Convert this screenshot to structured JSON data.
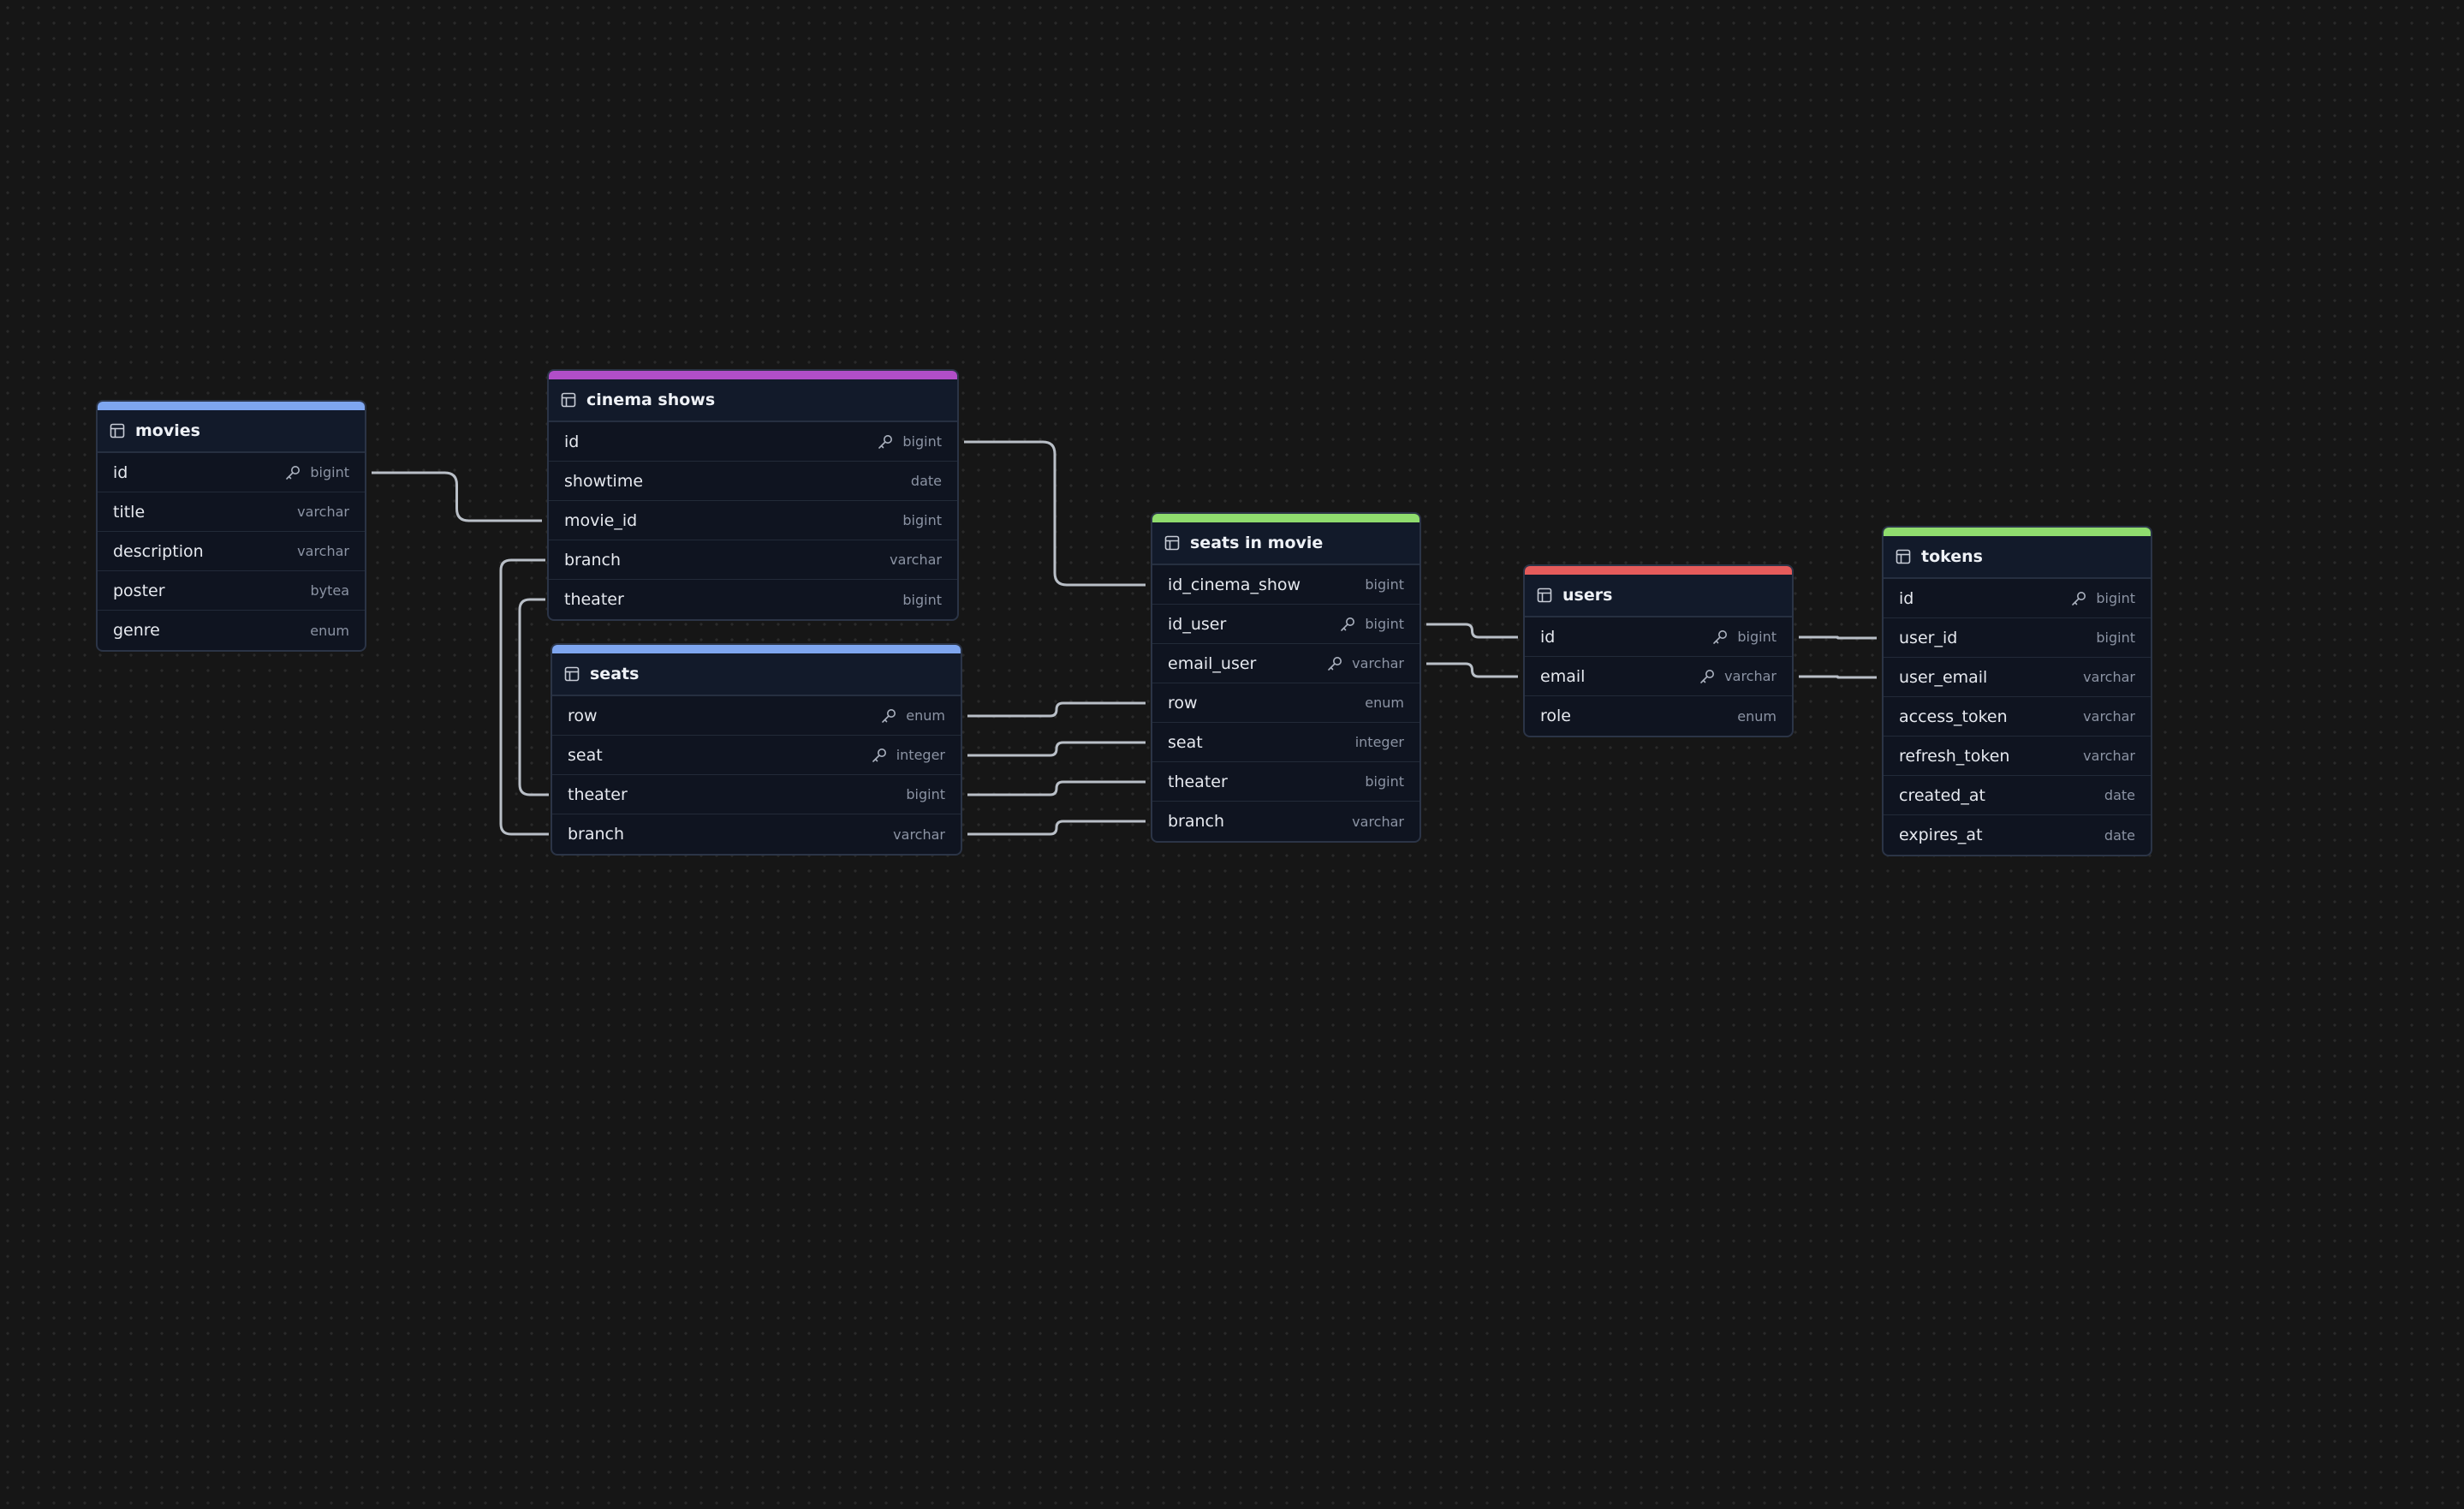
{
  "tables": {
    "movies": {
      "name": "movies",
      "accent": "#7ea6f0",
      "columns": [
        {
          "name": "id",
          "type": "bigint",
          "key": true
        },
        {
          "name": "title",
          "type": "varchar",
          "key": false
        },
        {
          "name": "description",
          "type": "varchar",
          "key": false
        },
        {
          "name": "poster",
          "type": "bytea",
          "key": false
        },
        {
          "name": "genre",
          "type": "enum",
          "key": false
        }
      ]
    },
    "cinema_shows": {
      "name": "cinema shows",
      "accent": "#b04ec8",
      "columns": [
        {
          "name": "id",
          "type": "bigint",
          "key": true
        },
        {
          "name": "showtime",
          "type": "date",
          "key": false
        },
        {
          "name": "movie_id",
          "type": "bigint",
          "key": false
        },
        {
          "name": "branch",
          "type": "varchar",
          "key": false
        },
        {
          "name": "theater",
          "type": "bigint",
          "key": false
        }
      ]
    },
    "seats": {
      "name": "seats",
      "accent": "#7ea6f0",
      "columns": [
        {
          "name": "row",
          "type": "enum",
          "key": true
        },
        {
          "name": "seat",
          "type": "integer",
          "key": true
        },
        {
          "name": "theater",
          "type": "bigint",
          "key": false
        },
        {
          "name": "branch",
          "type": "varchar",
          "key": false
        }
      ]
    },
    "seats_in_movie": {
      "name": "seats in movie",
      "accent": "#8fdc6e",
      "columns": [
        {
          "name": "id_cinema_show",
          "type": "bigint",
          "key": false
        },
        {
          "name": "id_user",
          "type": "bigint",
          "key": true
        },
        {
          "name": "email_user",
          "type": "varchar",
          "key": true
        },
        {
          "name": "row",
          "type": "enum",
          "key": false
        },
        {
          "name": "seat",
          "type": "integer",
          "key": false
        },
        {
          "name": "theater",
          "type": "bigint",
          "key": false
        },
        {
          "name": "branch",
          "type": "varchar",
          "key": false
        }
      ]
    },
    "users": {
      "name": "users",
      "accent": "#e55b5b",
      "columns": [
        {
          "name": "id",
          "type": "bigint",
          "key": true
        },
        {
          "name": "email",
          "type": "varchar",
          "key": true
        },
        {
          "name": "role",
          "type": "enum",
          "key": false
        }
      ]
    },
    "tokens": {
      "name": "tokens",
      "accent": "#8fdc6e",
      "columns": [
        {
          "name": "id",
          "type": "bigint",
          "key": true
        },
        {
          "name": "user_id",
          "type": "bigint",
          "key": false
        },
        {
          "name": "user_email",
          "type": "varchar",
          "key": false
        },
        {
          "name": "access_token",
          "type": "varchar",
          "key": false
        },
        {
          "name": "refresh_token",
          "type": "varchar",
          "key": false
        },
        {
          "name": "created_at",
          "type": "date",
          "key": false
        },
        {
          "name": "expires_at",
          "type": "date",
          "key": false
        }
      ]
    }
  },
  "relations": [
    {
      "from": "movies.id",
      "to": "cinema_shows.movie_id"
    },
    {
      "from": "cinema_shows.id",
      "to": "seats_in_movie.id_cinema_show"
    },
    {
      "from": "seats.theater",
      "to": "cinema_shows.theater"
    },
    {
      "from": "seats.branch",
      "to": "cinema_shows.branch"
    },
    {
      "from": "seats.row",
      "to": "seats_in_movie.row"
    },
    {
      "from": "seats.seat",
      "to": "seats_in_movie.seat"
    },
    {
      "from": "seats.theater",
      "to": "seats_in_movie.theater"
    },
    {
      "from": "seats.branch",
      "to": "seats_in_movie.branch"
    },
    {
      "from": "seats_in_movie.id_user",
      "to": "users.id"
    },
    {
      "from": "seats_in_movie.email_user",
      "to": "users.email"
    },
    {
      "from": "users.id",
      "to": "tokens.user_id"
    },
    {
      "from": "users.email",
      "to": "tokens.user_email"
    }
  ]
}
